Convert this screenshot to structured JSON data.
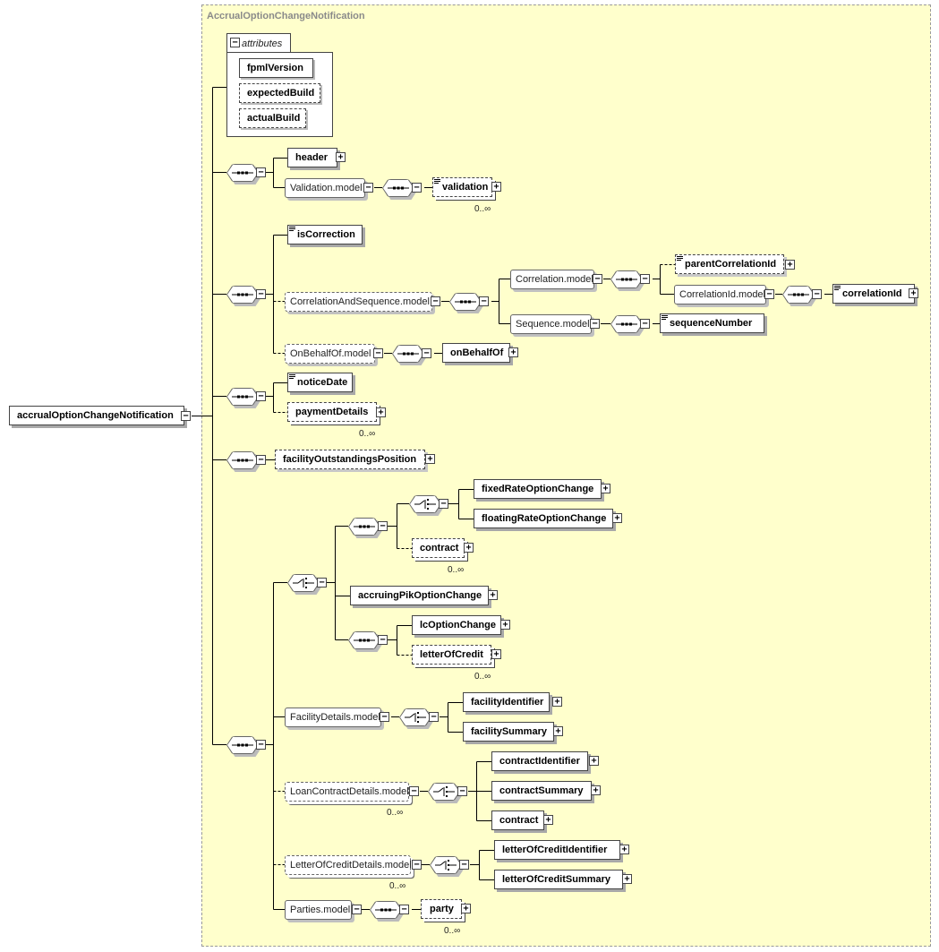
{
  "container_title": "AccrualOptionChangeNotification",
  "attributes_tab": "attributes",
  "root": "accrualOptionChangeNotification",
  "attributes": [
    "fpmlVersion",
    "expectedBuild",
    "actualBuild"
  ],
  "elements": {
    "header": "header",
    "validation_model": "Validation.model",
    "validation": "validation",
    "isCorrection": "isCorrection",
    "correlation_and_sequence_model": "CorrelationAndSequence.model",
    "correlation_model": "Correlation.model",
    "parentCorrelationId": "parentCorrelationId",
    "correlationId_model": "CorrelationId.model",
    "correlationId": "correlationId",
    "sequence_model": "Sequence.model",
    "sequenceNumber": "sequenceNumber",
    "onBehalfOf_model": "OnBehalfOf.model",
    "onBehalfOf": "onBehalfOf",
    "noticeDate": "noticeDate",
    "paymentDetails": "paymentDetails",
    "facilityOutstandingsPosition": "facilityOutstandingsPosition",
    "fixedRateOptionChange": "fixedRateOptionChange",
    "floatingRateOptionChange": "floatingRateOptionChange",
    "contract": "contract",
    "accruingPikOptionChange": "accruingPikOptionChange",
    "lcOptionChange": "lcOptionChange",
    "letterOfCredit": "letterOfCredit",
    "facilityDetails_model": "FacilityDetails.model",
    "facilityIdentifier": "facilityIdentifier",
    "facilitySummary": "facilitySummary",
    "loanContractDetails_model": "LoanContractDetails.model",
    "contractIdentifier": "contractIdentifier",
    "contractSummary": "contractSummary",
    "contract2": "contract",
    "letterOfCreditDetails_model": "LetterOfCreditDetails.model",
    "letterOfCreditIdentifier": "letterOfCreditIdentifier",
    "letterOfCreditSummary": "letterOfCreditSummary",
    "parties_model": "Parties.model",
    "party": "party"
  },
  "cardinality": "0..∞",
  "colors": {
    "container_bg": "#ffffcc",
    "container_border": "#999999",
    "title": "#8a8a8a",
    "line": "#000000"
  },
  "icons": [
    "sequence-compositor-icon",
    "choice-compositor-icon",
    "expand-icon",
    "collapse-icon",
    "documentation-icon"
  ]
}
